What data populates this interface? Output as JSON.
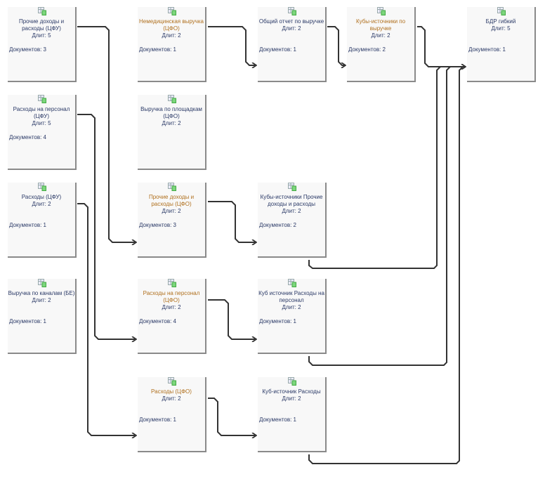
{
  "nodes": [
    {
      "id": "n1",
      "title": "Прочие доходы и расходы (ЦФУ)",
      "duration": "Длит: 5",
      "documents": "Документов: 3",
      "accent": false
    },
    {
      "id": "n2",
      "title": "Расходы на персонал (ЦФУ)",
      "duration": "Длит: 5",
      "documents": "Документов: 4",
      "accent": false
    },
    {
      "id": "n3",
      "title": "Расходы (ЦФУ)",
      "duration": "Длит: 2",
      "documents": "Документов: 1",
      "accent": false
    },
    {
      "id": "n4",
      "title": "Выручка по каналам (БЕ)",
      "duration": "Длит: 2",
      "documents": "Документов: 1",
      "accent": false
    },
    {
      "id": "n5",
      "title": "Немедицинская выручка (ЦФО)",
      "duration": "Длит: 2",
      "documents": "Документов: 1",
      "accent": true
    },
    {
      "id": "n6",
      "title": "Выручка по площадкам (ЦФО)",
      "duration": "Длит: 2",
      "documents": "",
      "accent": false
    },
    {
      "id": "n7",
      "title": "Прочие доходы и расходы (ЦФО)",
      "duration": "Длит: 2",
      "documents": "Документов: 3",
      "accent": true
    },
    {
      "id": "n8",
      "title": "Расходы на персонал (ЦФО)",
      "duration": "Длит: 2",
      "documents": "Документов: 4",
      "accent": true
    },
    {
      "id": "n9",
      "title": "Расходы (ЦФО)",
      "duration": "Длит: 2",
      "documents": "Документов: 1",
      "accent": true
    },
    {
      "id": "n10",
      "title": "Общий отчет по выручке",
      "duration": "Длит: 2",
      "documents": "Документов: 1",
      "accent": false
    },
    {
      "id": "n11",
      "title": "Кубы-источники Прочие доходы и расходы",
      "duration": "Длит: 2",
      "documents": "Документов: 2",
      "accent": false
    },
    {
      "id": "n12",
      "title": "Куб источник Расходы на персонал",
      "duration": "Длит: 2",
      "documents": "Документов: 1",
      "accent": false
    },
    {
      "id": "n13",
      "title": "Куб-источник Расходы",
      "duration": "Длит: 2",
      "documents": "Документов: 1",
      "accent": false
    },
    {
      "id": "n14",
      "title": "Кубы-источники по выручке",
      "duration": "Длит: 2",
      "documents": "Документов: 2",
      "accent": true
    },
    {
      "id": "n15",
      "title": "БДР гибкий",
      "duration": "Длит: 5",
      "documents": "Документов: 1",
      "accent": false
    }
  ],
  "colors": {
    "title": "#2b3a67",
    "accent_title": "#b0701e",
    "edge": "#333333"
  }
}
